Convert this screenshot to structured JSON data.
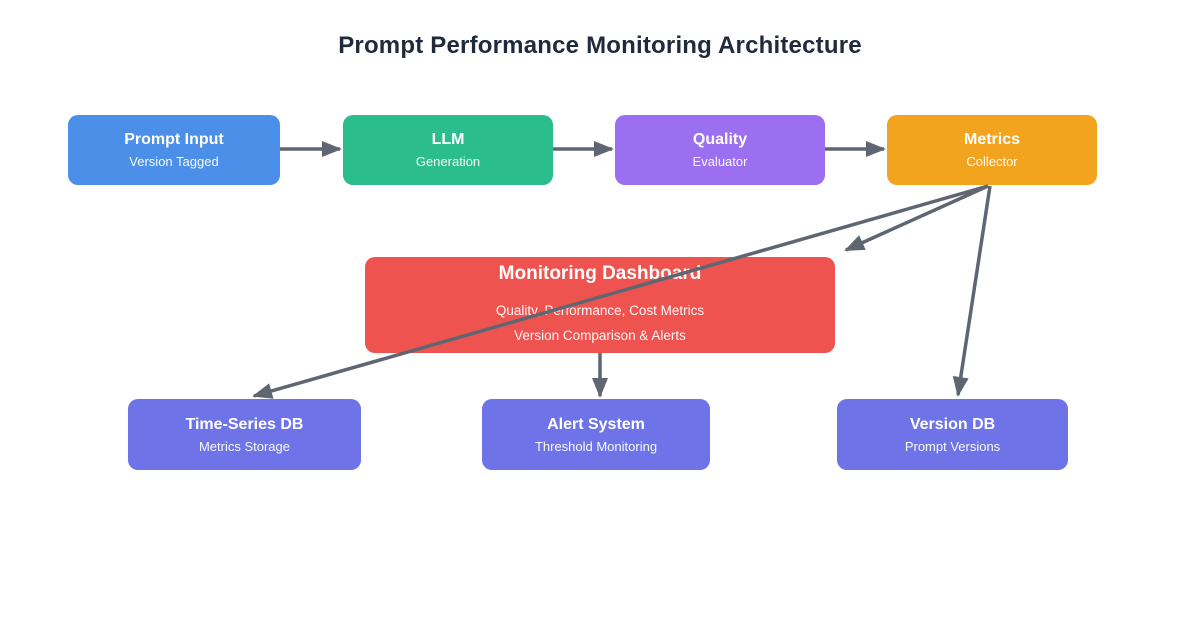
{
  "title": "Prompt Performance Monitoring Architecture",
  "colors": {
    "title_text": "#1f2a3c",
    "arrow": "#5f6672",
    "storage_node": "#6e74e8"
  },
  "pipeline": [
    {
      "title": "Prompt Input",
      "subtitle": "Version Tagged",
      "color": "#4b8fe8"
    },
    {
      "title": "LLM",
      "subtitle": "Generation",
      "color": "#2bbd8b"
    },
    {
      "title": "Quality",
      "subtitle": "Evaluator",
      "color": "#9b6ff0"
    },
    {
      "title": "Metrics",
      "subtitle": "Collector",
      "color": "#f2a41f"
    }
  ],
  "dashboard": {
    "title": "Monitoring Dashboard",
    "line1": "Quality, Performance, Cost Metrics",
    "line2": "Version Comparison & Alerts",
    "color": "#ee5350"
  },
  "storage": [
    {
      "title": "Time-Series DB",
      "subtitle": "Metrics Storage",
      "color": "#6e74e8"
    },
    {
      "title": "Alert System",
      "subtitle": "Threshold Monitoring",
      "color": "#6e74e8"
    },
    {
      "title": "Version DB",
      "subtitle": "Prompt Versions",
      "color": "#6e74e8"
    }
  ],
  "edges": [
    "Prompt Input -> LLM",
    "LLM -> Quality",
    "Quality -> Metrics",
    "Metrics -> Monitoring Dashboard",
    "Metrics -> Time-Series DB",
    "Metrics -> Version DB",
    "Monitoring Dashboard -> Alert System"
  ]
}
